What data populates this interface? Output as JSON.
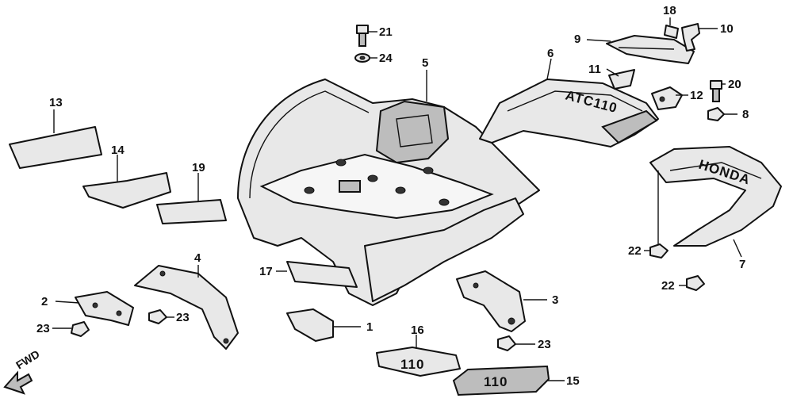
{
  "callouts": {
    "c1": "1",
    "c2": "2",
    "c3": "3",
    "c4": "4",
    "c5": "5",
    "c6": "6",
    "c7": "7",
    "c8": "8",
    "c9": "9",
    "c10": "10",
    "c11": "11",
    "c12": "12",
    "c13": "13",
    "c14": "14",
    "c15": "15",
    "c16": "16",
    "c17": "17",
    "c18": "18",
    "c19": "19",
    "c20": "20",
    "c21": "21",
    "c22a": "22",
    "c22b": "22",
    "c23a": "23",
    "c23b": "23",
    "c23c": "23",
    "c24": "24"
  },
  "direction": {
    "label": "FWD"
  },
  "emblems": {
    "model_badge": "110",
    "brand_rear": "HONDA",
    "brand_mid": "ATC110"
  },
  "colors": {
    "ink": "#111111",
    "fill": "#e8e8e8",
    "paper": "#ffffff"
  }
}
